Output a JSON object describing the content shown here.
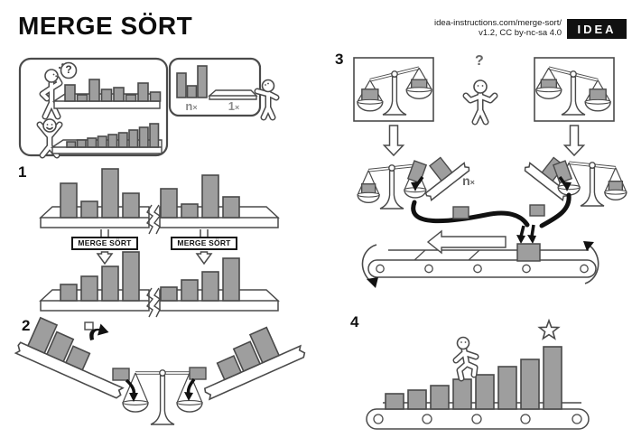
{
  "header": {
    "title": "MERGE SÖRT",
    "url_line1": "idea-instructions.com/merge-sort/",
    "url_line2": "v1.2, CC by-nc-sa 4.0",
    "logo": "IDEA"
  },
  "steps": {
    "s1": "1",
    "s2": "2",
    "s3": "3",
    "s4": "4"
  },
  "labels": {
    "merge_left": "MERGE SÖRT",
    "merge_right": "MERGE SÖRT",
    "q_panel": "?",
    "q_step3": "?",
    "parts_n": "n",
    "parts_n_x": "×",
    "parts_one": "1",
    "parts_one_x": "×",
    "mid_n": "n",
    "mid_n_x": "×"
  },
  "colors": {
    "bar_fill": "#9e9e9e",
    "bar_stroke": "#4a4a4a",
    "ink": "#4a4a4a",
    "black": "#111111"
  },
  "bars": {
    "panel_unsorted": {
      "heights": [
        18,
        7,
        24,
        13,
        15,
        7,
        20,
        10
      ]
    },
    "panel_sorted": {
      "heights": [
        6,
        8,
        10,
        12,
        14,
        16,
        19,
        22,
        26
      ]
    },
    "parts_bars": {
      "heights": [
        27,
        13,
        35
      ]
    },
    "step1_top_left": {
      "heights": [
        38,
        18,
        54,
        27
      ]
    },
    "step1_top_right": {
      "heights": [
        32,
        15,
        47,
        23
      ]
    },
    "step1_sorted_left": {
      "heights": [
        18,
        27,
        38,
        54
      ]
    },
    "step1_sorted_right": {
      "heights": [
        15,
        23,
        32,
        47
      ]
    },
    "ramp_left": {
      "heights": [
        34,
        27,
        20
      ]
    },
    "ramp_right": {
      "heights": [
        20,
        27,
        34
      ]
    },
    "step4_sorted": {
      "heights": [
        17,
        21,
        26,
        33,
        38,
        47,
        55,
        69
      ]
    }
  }
}
